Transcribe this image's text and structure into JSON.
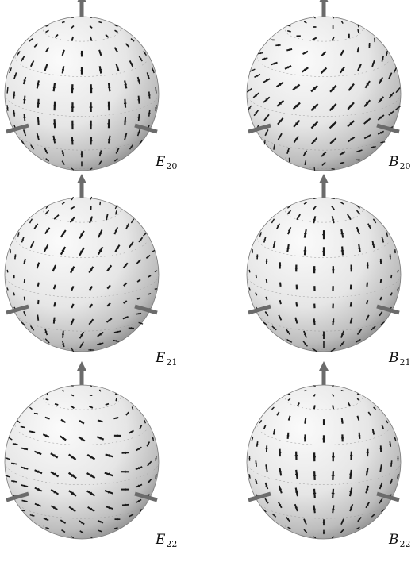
{
  "panels": [
    {
      "base": "E",
      "sub": "20",
      "pattern": "E20"
    },
    {
      "base": "B",
      "sub": "20",
      "pattern": "B20"
    },
    {
      "base": "E",
      "sub": "21",
      "pattern": "E21"
    },
    {
      "base": "B",
      "sub": "21",
      "pattern": "B21"
    },
    {
      "base": "E",
      "sub": "22",
      "pattern": "E22"
    },
    {
      "base": "B",
      "sub": "22",
      "pattern": "B22"
    }
  ],
  "colors": {
    "background": "#ffffff",
    "sphere_light": "#f7f7f7",
    "sphere_shadow": "#8a8a8a",
    "tick": "#1a1a1a",
    "arrow": "#6b6b6b"
  },
  "icons": [
    "sphere",
    "axis-arrow-up",
    "axis-arrow-left",
    "axis-arrow-right"
  ]
}
